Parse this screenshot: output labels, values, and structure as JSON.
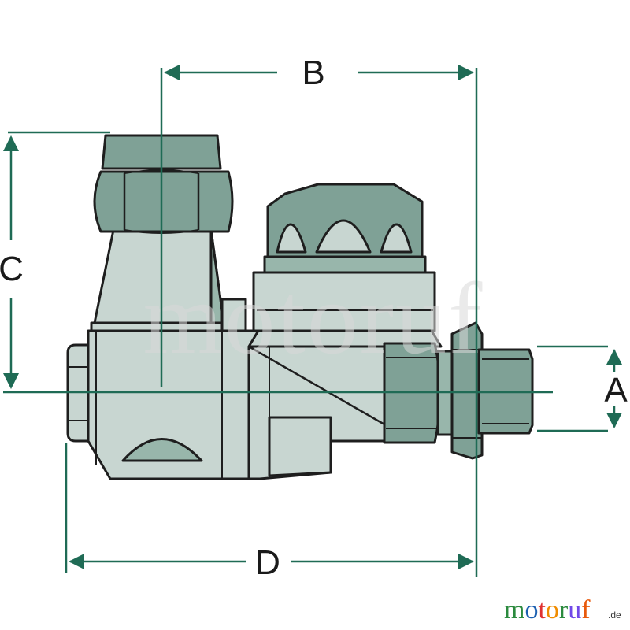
{
  "dimensions": {
    "a": "A",
    "b": "B",
    "c": "C",
    "d": "D"
  },
  "watermark": {
    "text": "motoruf"
  },
  "logo": {
    "letters": [
      "m",
      "o",
      "t",
      "o",
      "r",
      "u",
      "f"
    ],
    "tld": ".de"
  },
  "colors": {
    "dimension_line": "#1f6b55",
    "part_dark": "#7fa196",
    "part_mid": "#98b6ab",
    "part_light": "#c8d6d1",
    "outline": "#1e1e1e",
    "logo_letters": [
      "#2b8a3e",
      "#1c5fb0",
      "#e03131",
      "#f08c00",
      "#2b8a3e",
      "#7048e8",
      "#e8590c"
    ]
  }
}
